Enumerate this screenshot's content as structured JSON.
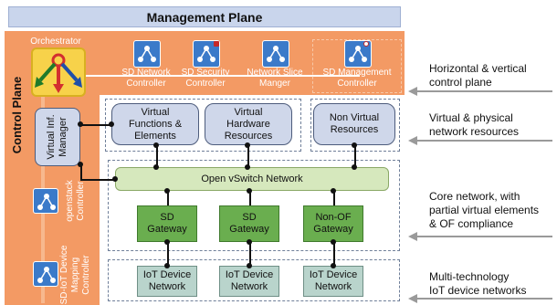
{
  "header": {
    "title": "Management Plane"
  },
  "control_plane": {
    "label": "Control Plane"
  },
  "orchestrator": {
    "label": "Orchestrator"
  },
  "controllers": [
    {
      "name": "SD Network Controller",
      "line1": "SD Network",
      "line2": "Controller"
    },
    {
      "name": "SD Security Controller",
      "line1": "SD Security",
      "line2": "Controller"
    },
    {
      "name": "Network Slice Manger",
      "line1": "Network Slice",
      "line2": "Manger"
    },
    {
      "name": "SD Management Controller",
      "line1": "SD Management",
      "line2": "Controller"
    }
  ],
  "vim": {
    "line1": "Virtual Inf.",
    "line2": "Manager"
  },
  "side_controllers": [
    {
      "line1": "openstack",
      "line2": "Controller"
    },
    {
      "line1": "SD-IoT Device",
      "line2": "Mapping",
      "line3": "Controller"
    }
  ],
  "resources": [
    {
      "line1": "Virtual",
      "line2": "Functions &",
      "line3": "Elements"
    },
    {
      "line1": "Virtual",
      "line2": "Hardware",
      "line3": "Resources"
    },
    {
      "line1": "Non Virtual",
      "line2": "Resources"
    }
  ],
  "ovs": {
    "label": "Open vSwitch Network"
  },
  "gateways": [
    {
      "line1": "SD",
      "line2": "Gateway"
    },
    {
      "line1": "SD",
      "line2": "Gateway"
    },
    {
      "line1": "Non-OF",
      "line2": "Gateway"
    }
  ],
  "iot": [
    {
      "line1": "IoT Device",
      "line2": "Network"
    },
    {
      "line1": "IoT Device",
      "line2": "Network"
    },
    {
      "line1": "IoT Device",
      "line2": "Network"
    }
  ],
  "annotations": [
    {
      "line1": "Horizontal & vertical",
      "line2": "control plane"
    },
    {
      "line1": "Virtual & physical",
      "line2": "network resources"
    },
    {
      "line1": "Core network, with",
      "line2": "partial virtual elements",
      "line3": "& OF compliance"
    },
    {
      "line1": "Multi-technology",
      "line2": "IoT device networks"
    }
  ],
  "colors": {
    "control_plane": "#f39a64",
    "management": "#c9d5ec",
    "gateway": "#6aae4f",
    "ovs": "#d6e8bd",
    "iot": "#b9d4cc",
    "resource": "#cfd7ea"
  }
}
